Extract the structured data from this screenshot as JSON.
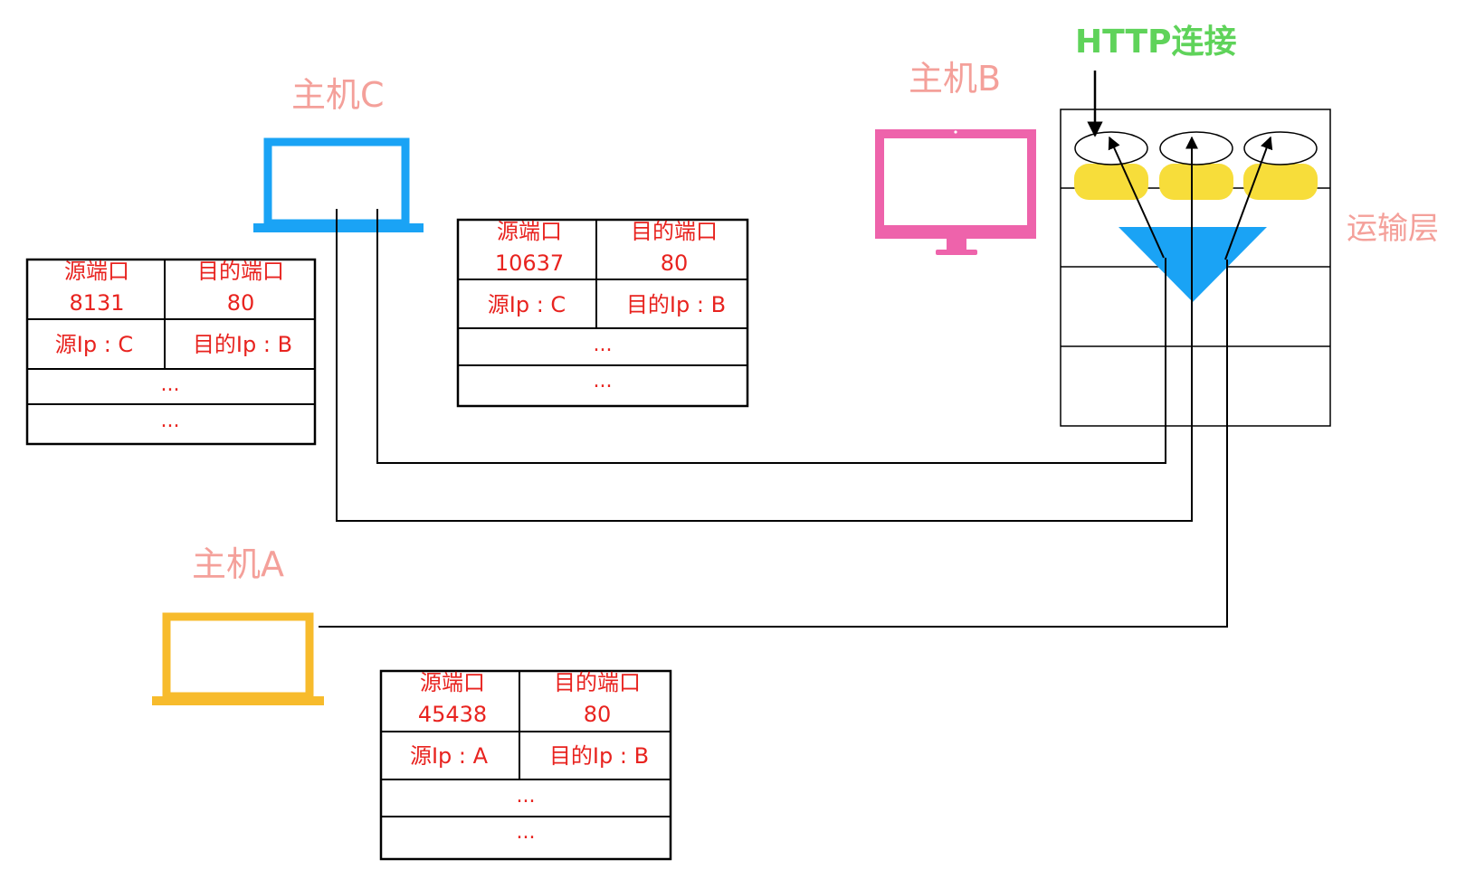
{
  "labels": {
    "host_c": "主机C",
    "host_b": "主机B",
    "host_a": "主机A",
    "http": "HTTP连接",
    "transport_layer": "运输层"
  },
  "tables": {
    "host_c_conn1": {
      "src_port_header": "源端口",
      "src_port": "8131",
      "dst_port_header": "目的端口",
      "dst_port": "80",
      "src_ip": "源Ip : C",
      "dst_ip": "目的Ip : B",
      "row3": "...",
      "row4": "..."
    },
    "host_c_conn2": {
      "src_port_header": "源端口",
      "src_port": "10637",
      "dst_port_header": "目的端口",
      "dst_port": "80",
      "src_ip": "源Ip : C",
      "dst_ip": "目的Ip : B",
      "row3": "...",
      "row4": "..."
    },
    "host_a_conn": {
      "src_port_header": "源端口",
      "src_port": "45438",
      "dst_port_header": "目的端口",
      "dst_port": "80",
      "src_ip": "源Ip : A",
      "dst_ip": "目的Ip : B",
      "row3": "...",
      "row4": "..."
    }
  },
  "colors": {
    "host_c": "#1aa3f5",
    "host_b": "#ee63ab",
    "host_a": "#f7bb2c",
    "socket_blob": "#f7dd3a",
    "transport_triangle": "#1aa3f5",
    "text_red": "#e8231f",
    "label_pink": "#f4a09a",
    "label_green": "#5fd35a"
  },
  "icons": {
    "host_c": "laptop-icon",
    "host_b": "monitor-icon",
    "host_a": "laptop-icon"
  }
}
